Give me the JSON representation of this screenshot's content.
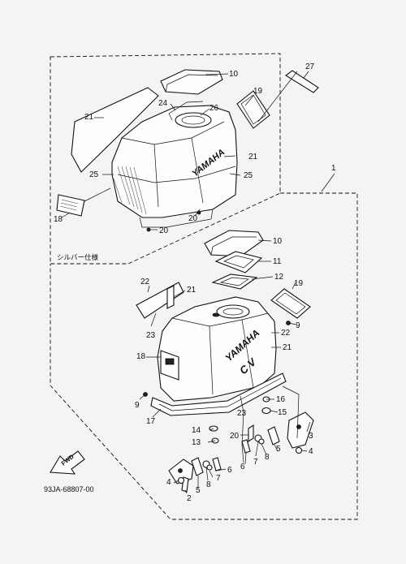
{
  "diagram": {
    "inset_note": "シルバー仕様",
    "drawing_code": "93JA-68807-00",
    "fwd_label": "FWD",
    "brand": "YAMAHA",
    "callouts": {
      "c1": "1",
      "c2": "2",
      "c3": "3",
      "c4a": "4",
      "c4b": "4",
      "c5a": "5",
      "c5b": "5",
      "c6a": "6",
      "c6b": "6",
      "c7a": "7",
      "c7b": "7",
      "c8a": "8",
      "c8b": "8",
      "c9a": "9",
      "c9b": "9",
      "c10a": "10",
      "c10b": "10",
      "c11": "11",
      "c12": "12",
      "c13": "13",
      "c14": "14",
      "c15": "15",
      "c16": "16",
      "c17": "17",
      "c18a": "18",
      "c18b": "18",
      "c19a": "19",
      "c19b": "19",
      "c20a": "20",
      "c20b": "20",
      "c20c": "20",
      "c21a": "21",
      "c21b": "21",
      "c21c": "21",
      "c21d": "21",
      "c22a": "22",
      "c22b": "22",
      "c23a": "23",
      "c23b": "23",
      "c24": "24",
      "c25a": "25",
      "c25b": "25",
      "c26": "26",
      "c27": "27"
    }
  }
}
